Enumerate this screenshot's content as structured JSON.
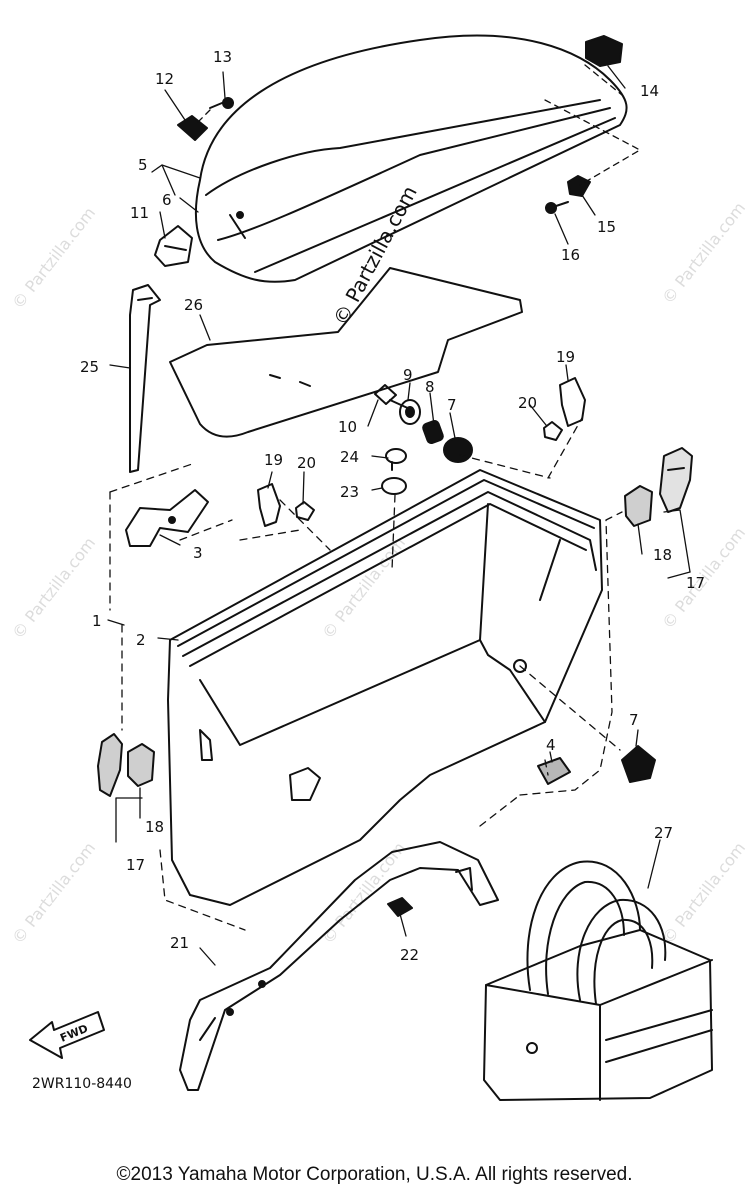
{
  "parts": [
    {
      "id": "p1",
      "label": "1"
    },
    {
      "id": "p2",
      "label": "2"
    },
    {
      "id": "p3",
      "label": "3"
    },
    {
      "id": "p4",
      "label": "4"
    },
    {
      "id": "p5",
      "label": "5"
    },
    {
      "id": "p6",
      "label": "6"
    },
    {
      "id": "p7a",
      "label": "7"
    },
    {
      "id": "p7b",
      "label": "7"
    },
    {
      "id": "p8",
      "label": "8"
    },
    {
      "id": "p9",
      "label": "9"
    },
    {
      "id": "p10",
      "label": "10"
    },
    {
      "id": "p11",
      "label": "11"
    },
    {
      "id": "p12",
      "label": "12"
    },
    {
      "id": "p13",
      "label": "13"
    },
    {
      "id": "p14",
      "label": "14"
    },
    {
      "id": "p15",
      "label": "15"
    },
    {
      "id": "p16",
      "label": "16"
    },
    {
      "id": "p17a",
      "label": "17"
    },
    {
      "id": "p17b",
      "label": "17"
    },
    {
      "id": "p18a",
      "label": "18"
    },
    {
      "id": "p18b",
      "label": "18"
    },
    {
      "id": "p19a",
      "label": "19"
    },
    {
      "id": "p19b",
      "label": "19"
    },
    {
      "id": "p20a",
      "label": "20"
    },
    {
      "id": "p20b",
      "label": "20"
    },
    {
      "id": "p21",
      "label": "21"
    },
    {
      "id": "p22",
      "label": "22"
    },
    {
      "id": "p23",
      "label": "23"
    },
    {
      "id": "p24",
      "label": "24"
    },
    {
      "id": "p25",
      "label": "25"
    },
    {
      "id": "p26",
      "label": "26"
    },
    {
      "id": "p27",
      "label": "27"
    }
  ],
  "diagram_code": "2WR110-8440",
  "fwd_label": "FWD",
  "watermark_main": "© Partzilla.com",
  "watermark_faint": "© Partzilla.com",
  "copyright": "©2013 Yamaha Motor Corporation, U.S.A. All rights reserved."
}
